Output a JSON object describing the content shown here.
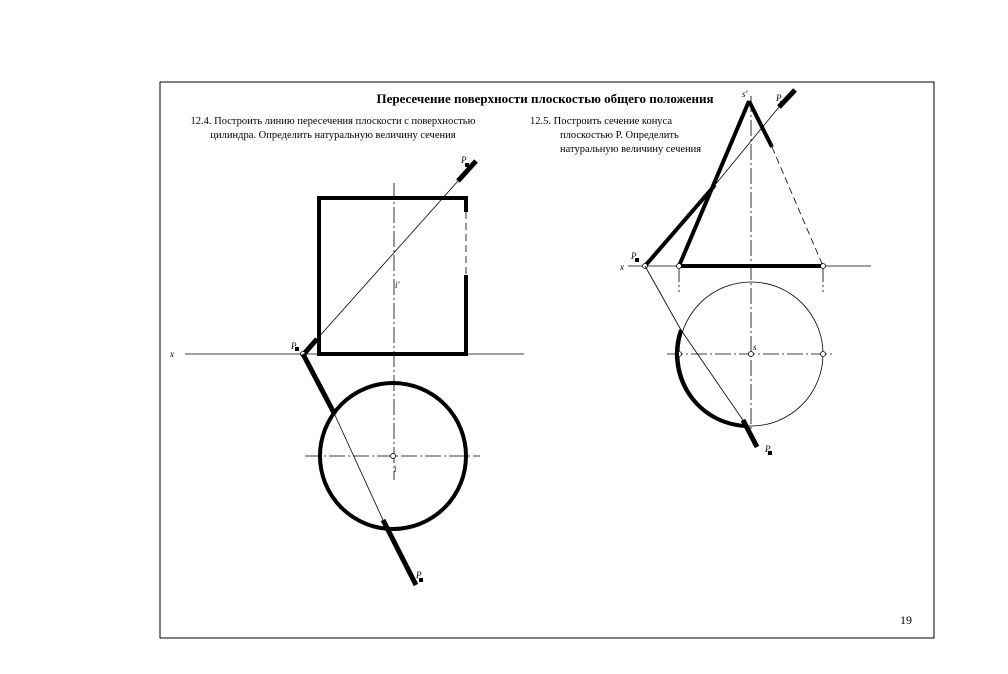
{
  "title": "Пересечение поверхности плоскостью общего положения",
  "task1": {
    "line1": "12.4. Построить линию пересечения плоскости с поверхностью",
    "line2": "цилиндра. Определить натуральную величину сечения"
  },
  "task2": {
    "line1": "12.5. Построить сечение конуса",
    "line2": "плоскостью P. Определить",
    "line3": "натуральную величину сечения"
  },
  "labels": {
    "x": "x",
    "p": "P",
    "i_prime": "i'",
    "i": "i",
    "s_prime": "s'",
    "s": "s"
  },
  "page_number": "19"
}
